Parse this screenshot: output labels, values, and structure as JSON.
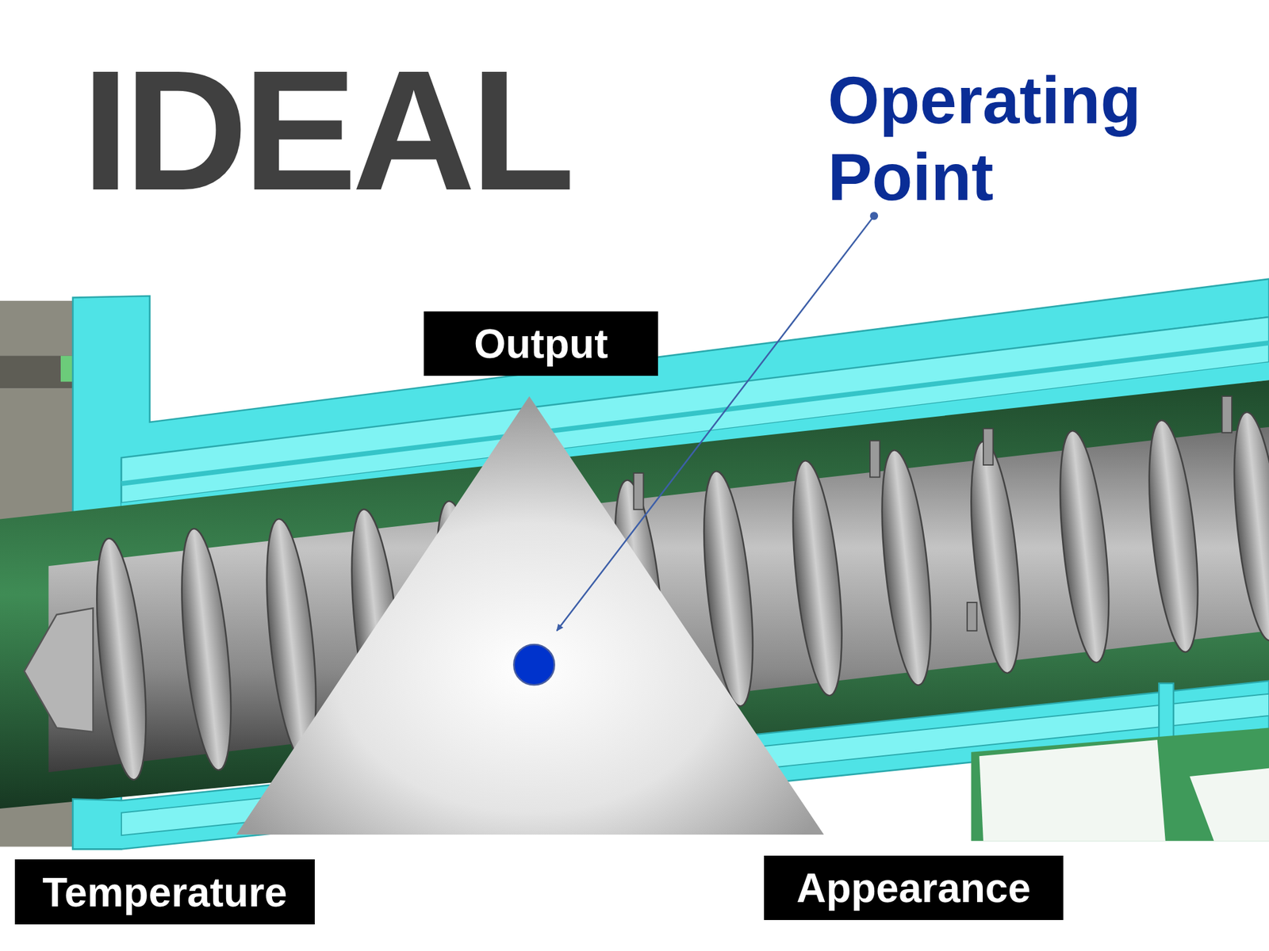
{
  "diagram": {
    "title": "IDEAL",
    "nodes": [
      {
        "text": [
          "Output"
        ]
      },
      {
        "text": [
          "Temperature"
        ]
      },
      {
        "text": [
          "Appearance"
        ]
      }
    ],
    "labels": [
      "Operating Point"
    ]
  }
}
